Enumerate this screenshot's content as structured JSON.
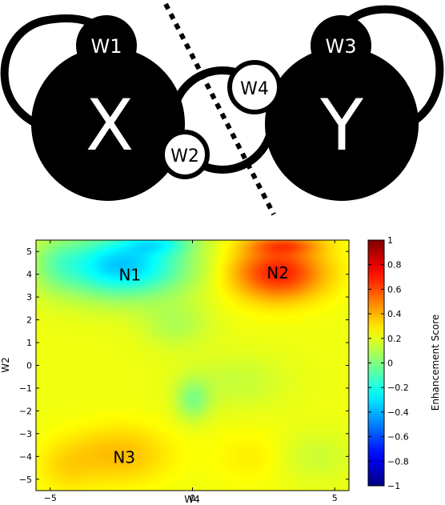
{
  "diagram": {
    "nodes": [
      {
        "id": "X",
        "label": "X"
      },
      {
        "id": "Y",
        "label": "Y"
      }
    ],
    "weights": [
      {
        "id": "W1",
        "label": "W1"
      },
      {
        "id": "W2",
        "label": "W2"
      },
      {
        "id": "W3",
        "label": "W3"
      },
      {
        "id": "W4",
        "label": "W4"
      }
    ],
    "colors": {
      "node": "#000000",
      "weight_fill": "#ffffff",
      "background": "#ffffff"
    }
  },
  "chart_data": {
    "type": "heatmap",
    "title": "",
    "xlabel": "W4",
    "ylabel": "W2",
    "xlim": [
      -5.5,
      5.5
    ],
    "ylim": [
      -5.5,
      5.5
    ],
    "xticks": [
      -5,
      0,
      5
    ],
    "yticks": [
      -5,
      -4,
      -3,
      -2,
      -1,
      0,
      1,
      2,
      3,
      4,
      5
    ],
    "colorbar": {
      "label": "Enhancement Score",
      "range": [
        -1,
        1
      ],
      "ticks": [
        -1,
        -0.8,
        -0.6,
        -0.4,
        -0.2,
        0,
        0.2,
        0.4,
        0.6,
        0.8,
        1
      ],
      "colormap": "jet"
    },
    "grid": false,
    "annotations": [
      {
        "text": "N1",
        "x": -2.2,
        "y": 4.0
      },
      {
        "text": "N2",
        "x": 3.0,
        "y": 4.1
      },
      {
        "text": "N3",
        "x": -2.4,
        "y": -4.0
      }
    ],
    "field": {
      "baseline": 0.22,
      "components": [
        {
          "cx": -2.5,
          "cy": 4.4,
          "sx": 2.3,
          "sy": 1.4,
          "amp": -0.58
        },
        {
          "cx": -1.2,
          "cy": 5.4,
          "sx": 1.2,
          "sy": 0.5,
          "amp": -0.25
        },
        {
          "cx": -4.8,
          "cy": 4.5,
          "sx": 0.8,
          "sy": 1.2,
          "amp": -0.1
        },
        {
          "cx": 3.0,
          "cy": 4.1,
          "sx": 1.6,
          "sy": 1.2,
          "amp": 0.48
        },
        {
          "cx": 3.2,
          "cy": 5.3,
          "sx": 1.3,
          "sy": 0.4,
          "amp": 0.25
        },
        {
          "cx": -2.6,
          "cy": -3.9,
          "sx": 1.8,
          "sy": 1.3,
          "amp": 0.16
        },
        {
          "cx": -4.5,
          "cy": -4.5,
          "sx": 1.0,
          "sy": 1.2,
          "amp": 0.08
        },
        {
          "cx": 0.0,
          "cy": -1.5,
          "sx": 0.6,
          "sy": 0.9,
          "amp": -0.2
        },
        {
          "cx": 1.5,
          "cy": -0.7,
          "sx": 1.8,
          "sy": 1.2,
          "amp": -0.08
        },
        {
          "cx": 4.3,
          "cy": -4.0,
          "sx": 1.3,
          "sy": 1.1,
          "amp": -0.07
        },
        {
          "cx": 2.0,
          "cy": -4.0,
          "sx": 1.3,
          "sy": 1.2,
          "amp": 0.06
        },
        {
          "cx": -0.6,
          "cy": 1.8,
          "sx": 1.2,
          "sy": 1.0,
          "amp": -0.12
        }
      ]
    }
  }
}
